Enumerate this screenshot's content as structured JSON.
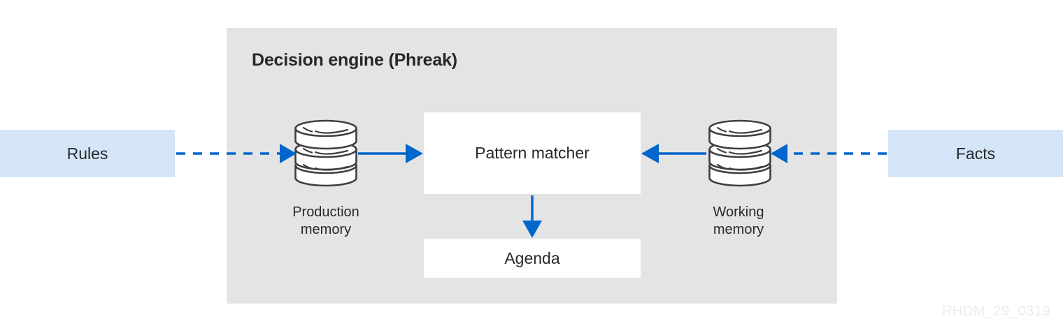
{
  "diagram": {
    "title": "Decision engine (Phreak)",
    "watermark": "RHDM_29_0319",
    "colors": {
      "panel_background": "#e4e4e4",
      "io_box_background": "#d4e5f7",
      "inner_box_background": "#ffffff",
      "arrow_blue": "#0066cc",
      "text_dark": "#26292b",
      "cylinder_stroke": "#3c3f42",
      "watermark_gray": "#ececec"
    },
    "inputs": {
      "rules_label": "Rules",
      "facts_label": "Facts"
    },
    "stores": {
      "production_memory_label": "Production\nmemory",
      "production_memory_line1": "Production",
      "production_memory_line2": "memory",
      "working_memory_label": "Working\nmemory",
      "working_memory_line1": "Working",
      "working_memory_line2": "memory"
    },
    "processes": {
      "pattern_matcher_label": "Pattern matcher",
      "agenda_label": "Agenda"
    },
    "connectors": [
      {
        "name": "rules-to-production-memory",
        "style": "dashed",
        "direction": "right"
      },
      {
        "name": "production-memory-to-pattern-matcher",
        "style": "solid",
        "direction": "right"
      },
      {
        "name": "facts-to-working-memory",
        "style": "dashed",
        "direction": "left"
      },
      {
        "name": "working-memory-to-pattern-matcher",
        "style": "solid",
        "direction": "left"
      },
      {
        "name": "pattern-matcher-to-agenda",
        "style": "solid",
        "direction": "down"
      }
    ]
  }
}
